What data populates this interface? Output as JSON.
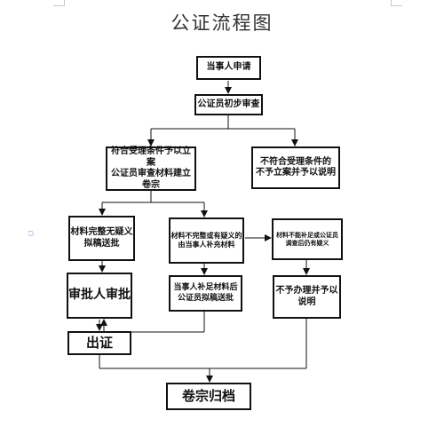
{
  "title": "公证流程图",
  "nodes": {
    "apply": "当事人申请",
    "initial_review": "公证员初步审查",
    "accept": "符合受理条件予以立案\n公证员审查材料建立卷宗",
    "reject": "不符合受理条件的\n不予立案并予以说明",
    "complete": "材料完整无疑义\n拟稿送批",
    "incomplete": "材料不完整或有疑义的\n由当事人补充材料",
    "cannot_supplement": "材料不能补足或公证员\n调查后仍有疑义",
    "approve": "审批人审批",
    "supplement_done": "当事人补足材料后\n公证员拟稿送批",
    "refuse": "不予办理并予以说明",
    "certify": "出证",
    "archive": "卷宗归档"
  },
  "colors": {
    "stroke": "#111111",
    "title": "#333333",
    "anchor": "#6a8cc8"
  },
  "side_marker": "⎕·"
}
